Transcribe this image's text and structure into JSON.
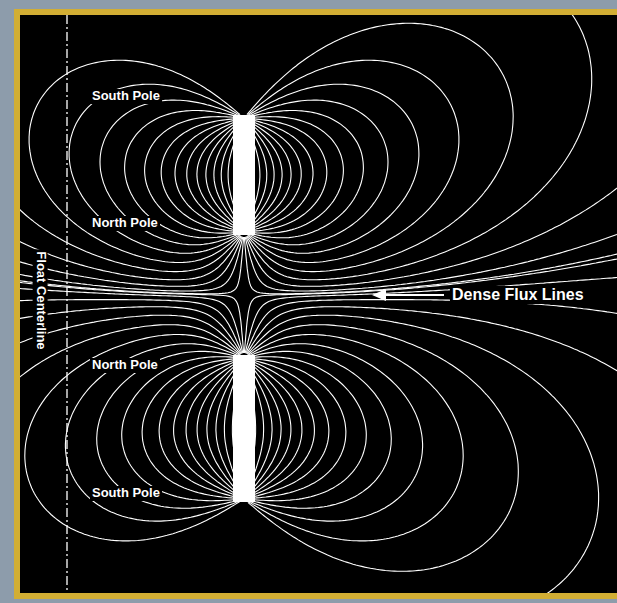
{
  "diagram": {
    "labels": [
      "South Pole",
      "North Pole",
      "Dense Flux Lines",
      "North Pole",
      "South Pole",
      "Float Centerline"
    ]
  }
}
